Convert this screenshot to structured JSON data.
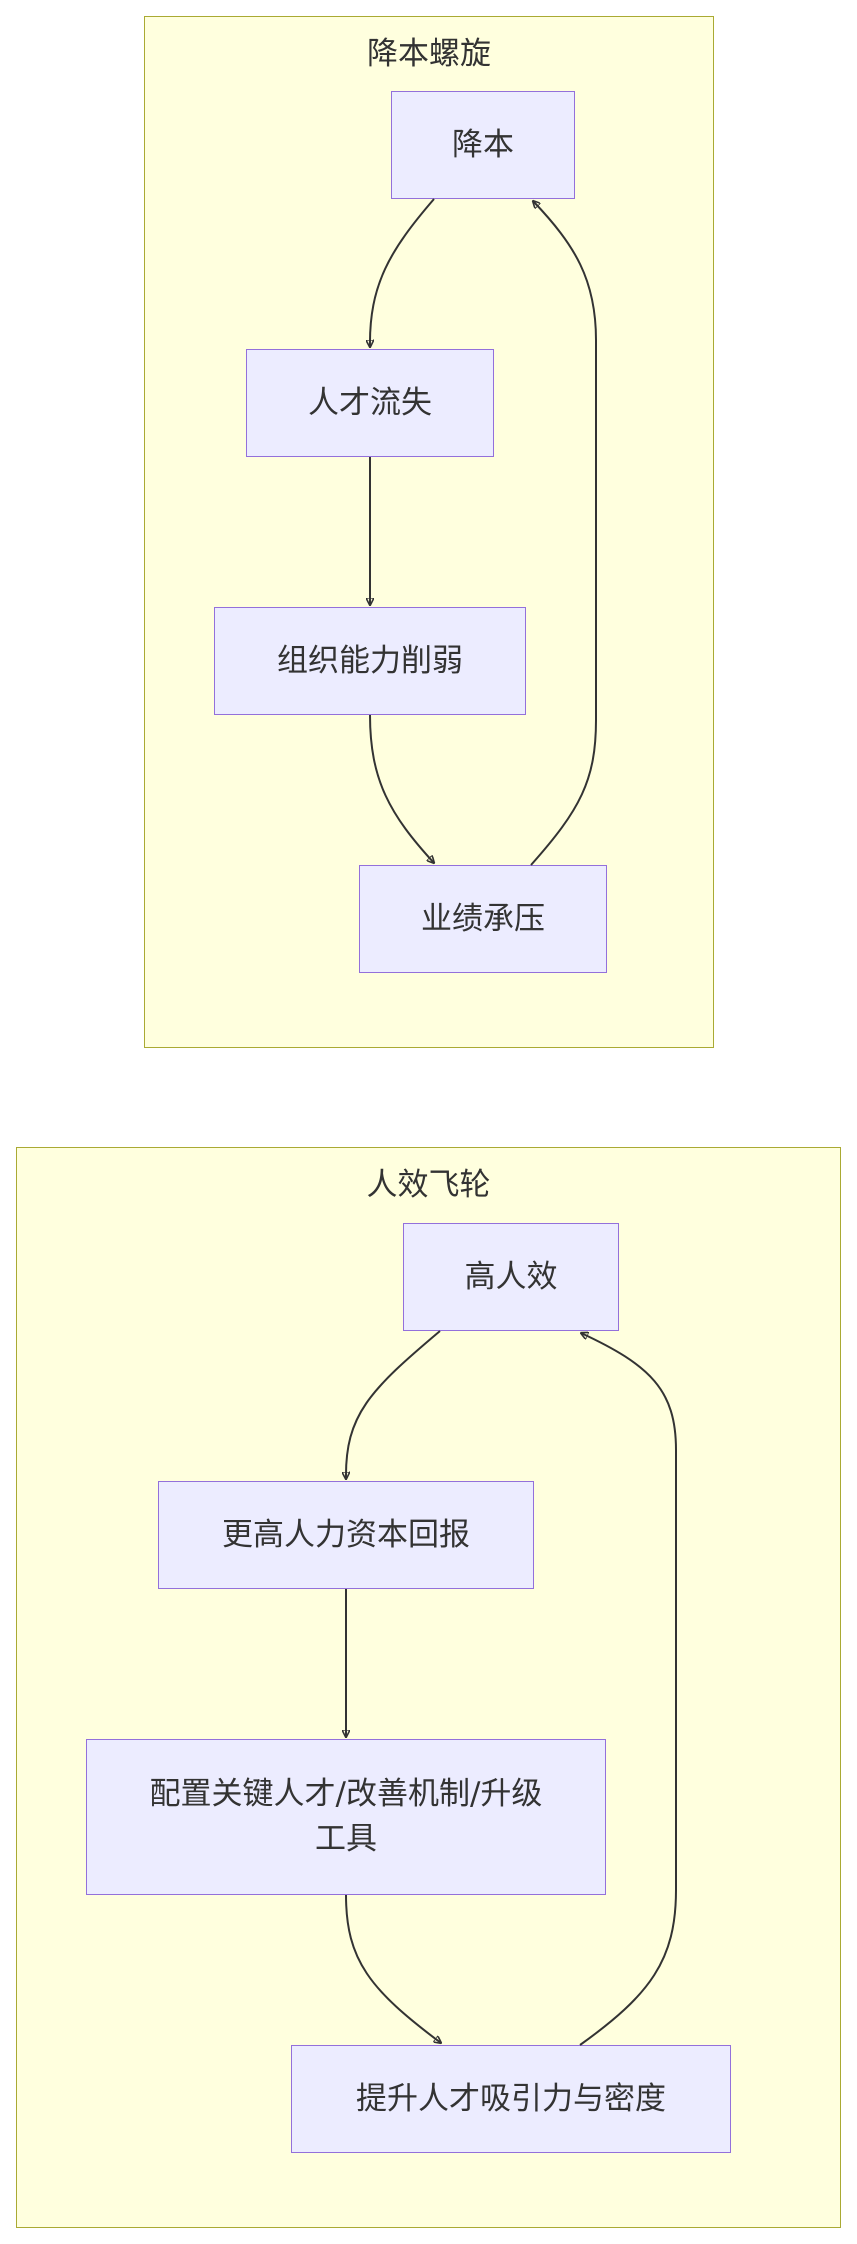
{
  "clusters": [
    {
      "title": "降本螺旋",
      "nodes": [
        "降本",
        "人才流失",
        "组织能力削弱",
        "业绩承压"
      ]
    },
    {
      "title": "人效飞轮",
      "nodes": [
        "高人效",
        "更高人力资本回报",
        "配置关键人才/改善机制/升级工具",
        "提升人才吸引力与密度"
      ]
    }
  ],
  "colors": {
    "cluster_fill": "#ffffde",
    "cluster_border": "#aaaa33",
    "node_fill": "#ececff",
    "node_border": "#9370db",
    "edge": "#333333"
  }
}
